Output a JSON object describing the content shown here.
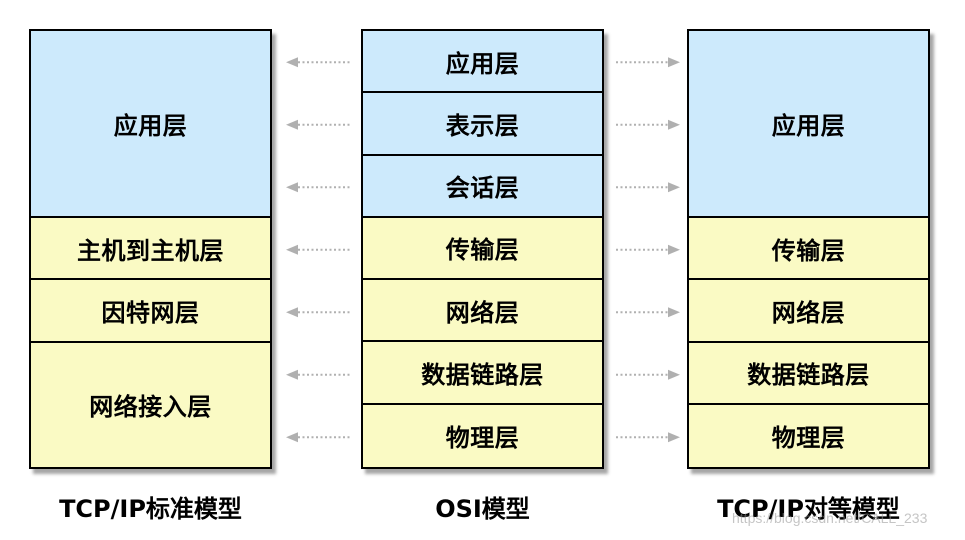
{
  "tcpip_stack": {
    "layers": [
      "应用层",
      "主机到主机层",
      "因特网层",
      "网络接入层"
    ],
    "caption": "TCP/IP标准模型"
  },
  "osi_stack": {
    "layers": [
      "应用层",
      "表示层",
      "会话层",
      "传输层",
      "网络层",
      "数据链路层",
      "物理层"
    ],
    "caption": "OSI模型"
  },
  "peer_stack": {
    "layers": [
      "应用层",
      "传输层",
      "网络层",
      "数据链路层",
      "物理层"
    ],
    "caption": "TCP/IP对等模型"
  },
  "colors": {
    "upper": "#cdeafc",
    "lower": "#fafac4",
    "arrow": "#b0b0b0"
  },
  "watermark": "https://blog.csdn.net/CALL_233"
}
